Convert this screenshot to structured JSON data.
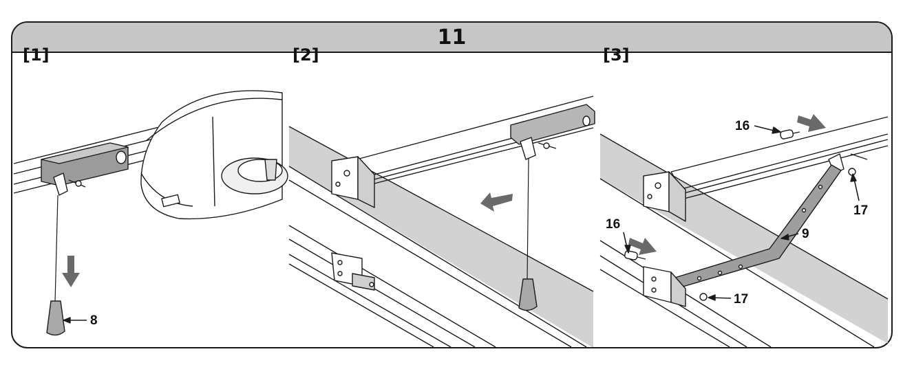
{
  "step": {
    "number": "11"
  },
  "panels": [
    {
      "label": "[1]"
    },
    {
      "label": "[2]"
    },
    {
      "label": "[3]"
    }
  ],
  "callouts": {
    "handle": "8",
    "arm": "9",
    "pin_top": "16",
    "pin_bottom": "16",
    "clip_top": "17",
    "clip_bottom": "17"
  },
  "colors": {
    "header": "#c6c6c6",
    "wall": "#d2d2d2",
    "arrow": "#6a6a6a",
    "line": "#1a1a1a"
  }
}
